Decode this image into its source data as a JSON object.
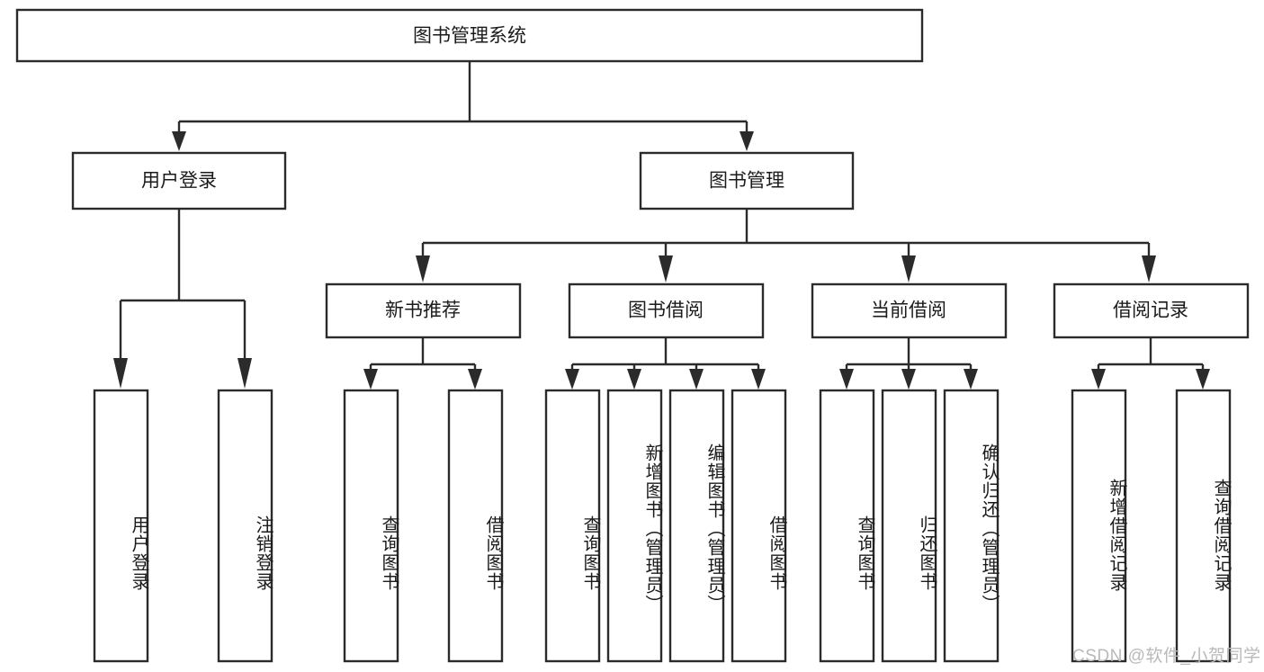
{
  "diagram": {
    "type": "tree",
    "title": "图书管理系统",
    "root": {
      "label": "图书管理系统"
    },
    "level2": [
      {
        "label": "用户登录"
      },
      {
        "label": "图书管理"
      }
    ],
    "level3": [
      {
        "label": "新书推荐"
      },
      {
        "label": "图书借阅"
      },
      {
        "label": "当前借阅"
      },
      {
        "label": "借阅记录"
      }
    ],
    "leaves": {
      "user_login": [
        {
          "label": "用户登录"
        },
        {
          "label": "注销登录"
        }
      ],
      "new_book_recommend": [
        {
          "label": "查询图书"
        },
        {
          "label": "借阅图书"
        }
      ],
      "book_borrow": [
        {
          "label": "查询图书"
        },
        {
          "label": "新增图书（管理员）"
        },
        {
          "label": "编辑图书（管理员）"
        },
        {
          "label": "借阅图书"
        }
      ],
      "current_borrow": [
        {
          "label": "查询图书"
        },
        {
          "label": "归还图书"
        },
        {
          "label": "确认归还（管理员）"
        }
      ],
      "borrow_record": [
        {
          "label": "新增借阅记录"
        },
        {
          "label": "查询借阅记录"
        }
      ]
    }
  },
  "watermark": {
    "text": "CSDN @软件_小贺同学"
  },
  "colors": {
    "stroke": "#2b2b2b",
    "fill": "#ffffff",
    "text": "#1b1b1b",
    "watermark": "#b9b9b9"
  }
}
